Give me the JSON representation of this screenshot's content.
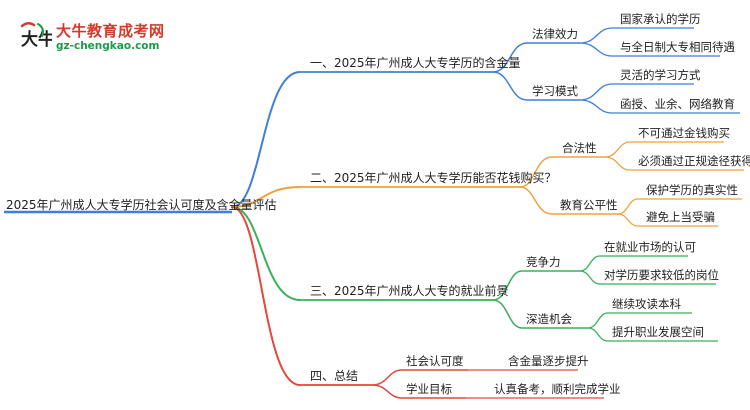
{
  "logo": {
    "title": "大牛教育成考网",
    "url": "gz-chengkao.com",
    "mark_text": "大牛"
  },
  "colors": {
    "blue": "#3f7fd8",
    "orange": "#f0a23a",
    "green": "#39b05a",
    "red": "#e4473c"
  },
  "mindmap": {
    "root": "2025年广州成人大专学历社会认可度及含金量评估",
    "branches": [
      {
        "label": "一、2025年广州成人大专学历的含金量",
        "children": [
          {
            "label": "法律效力",
            "leaves": [
              "国家承认的学历",
              "与全日制大专相同待遇"
            ]
          },
          {
            "label": "学习模式",
            "leaves": [
              "灵活的学习方式",
              "函授、业余、网络教育"
            ]
          }
        ]
      },
      {
        "label": "二、2025年广州成人大专学历能否花钱购买？",
        "children": [
          {
            "label": "合法性",
            "leaves": [
              "不可通过金钱购买",
              "必须通过正规途径获得"
            ]
          },
          {
            "label": "教育公平性",
            "leaves": [
              "保护学历的真实性",
              "避免上当受骗"
            ]
          }
        ]
      },
      {
        "label": "三、2025年广州成人大专的就业前景",
        "children": [
          {
            "label": "竞争力",
            "leaves": [
              "在就业市场的认可",
              "对学历要求较低的岗位"
            ]
          },
          {
            "label": "深造机会",
            "leaves": [
              "继续攻读本科",
              "提升职业发展空间"
            ]
          }
        ]
      },
      {
        "label": "四、总结",
        "children": [
          {
            "label": "社会认可度",
            "leaves": [
              "含金量逐步提升"
            ]
          },
          {
            "label": "学业目标",
            "leaves": [
              "认真备考，顺利完成学业"
            ]
          }
        ]
      }
    ]
  }
}
